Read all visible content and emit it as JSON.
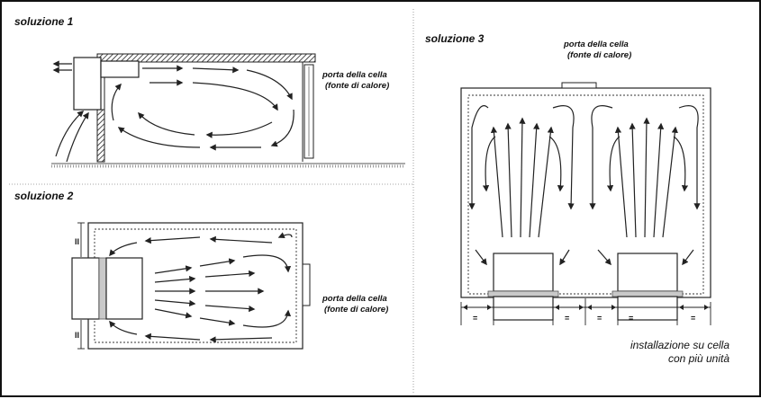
{
  "sections": {
    "s1": {
      "title": "soluzione 1",
      "label_line1": "porta della cella",
      "label_line2": "(fonte di calore)"
    },
    "s2": {
      "title": "soluzione 2",
      "label_line1": "porta della cella",
      "label_line2": "(fonte di calore)",
      "dim_top": "II",
      "dim_bottom": "II"
    },
    "s3": {
      "title": "soluzione 3",
      "label_line1": "porta della cella",
      "label_line2": "(fonte di calore)",
      "dim_marks": [
        "=",
        "=",
        "=",
        "=",
        "="
      ],
      "caption_line1": "installazione su cella",
      "caption_line2": "con più unità"
    }
  }
}
